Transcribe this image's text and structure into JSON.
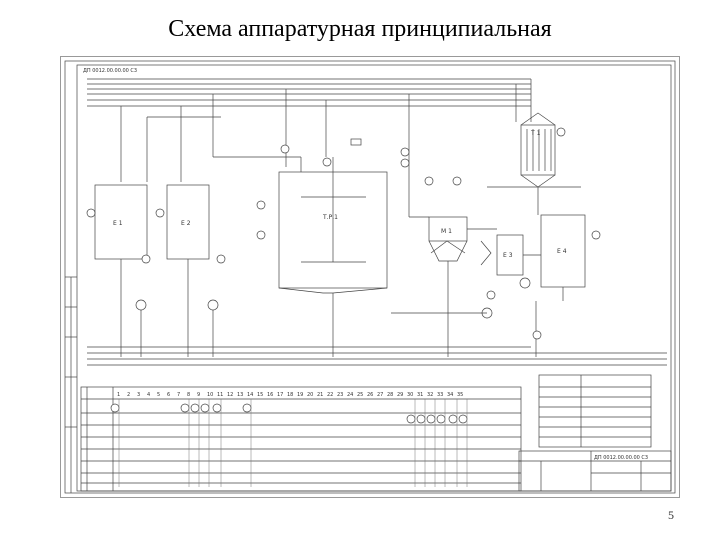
{
  "title": "Схема аппаратурная принципиальная",
  "page_number": "5",
  "drawing": {
    "code": "ДП 0012.00.00.00 С3",
    "equipment": [
      "Е 1",
      "Е 2",
      "Т.Р.1",
      "М 1",
      "Т 1",
      "Е 3",
      "Е 4"
    ]
  },
  "instrument_numbers": [
    "1",
    "2",
    "3",
    "4",
    "5",
    "6",
    "7",
    "8",
    "9",
    "10",
    "11",
    "12",
    "13",
    "14",
    "15",
    "16",
    "17",
    "18",
    "19",
    "20",
    "21",
    "22",
    "23",
    "24",
    "25",
    "26",
    "27",
    "28",
    "29",
    "30",
    "31",
    "32",
    "33",
    "34",
    "35"
  ]
}
